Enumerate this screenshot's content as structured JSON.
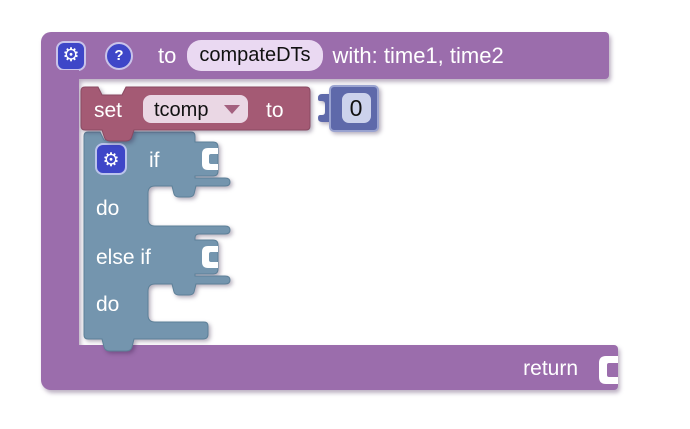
{
  "icons": {
    "gear": "⚙",
    "help": "?"
  },
  "colors": {
    "procedure_purple": "#9b6dac",
    "set_maroon": "#a45a74",
    "if_blue": "#7495ae",
    "icon_indigo": "#3e46c8",
    "number_indigo": "#5e69aa",
    "name_field_bg": "#ead9f2",
    "dropdown_field_bg": "#ead7e4",
    "number_field_bg": "#ccd2ec",
    "canvas_bg": "#ffffff"
  },
  "procedure_block": {
    "to_label": "to",
    "name": "compateDTs",
    "params_label": "with: time1, time2",
    "return_label": "return"
  },
  "set_block": {
    "set_label": "set",
    "variable_name": "tcomp",
    "to_label": "to"
  },
  "number_block": {
    "value": "0"
  },
  "if_block": {
    "if_label": "if",
    "do_label": "do",
    "else_if_label": "else if",
    "do2_label": "do"
  }
}
